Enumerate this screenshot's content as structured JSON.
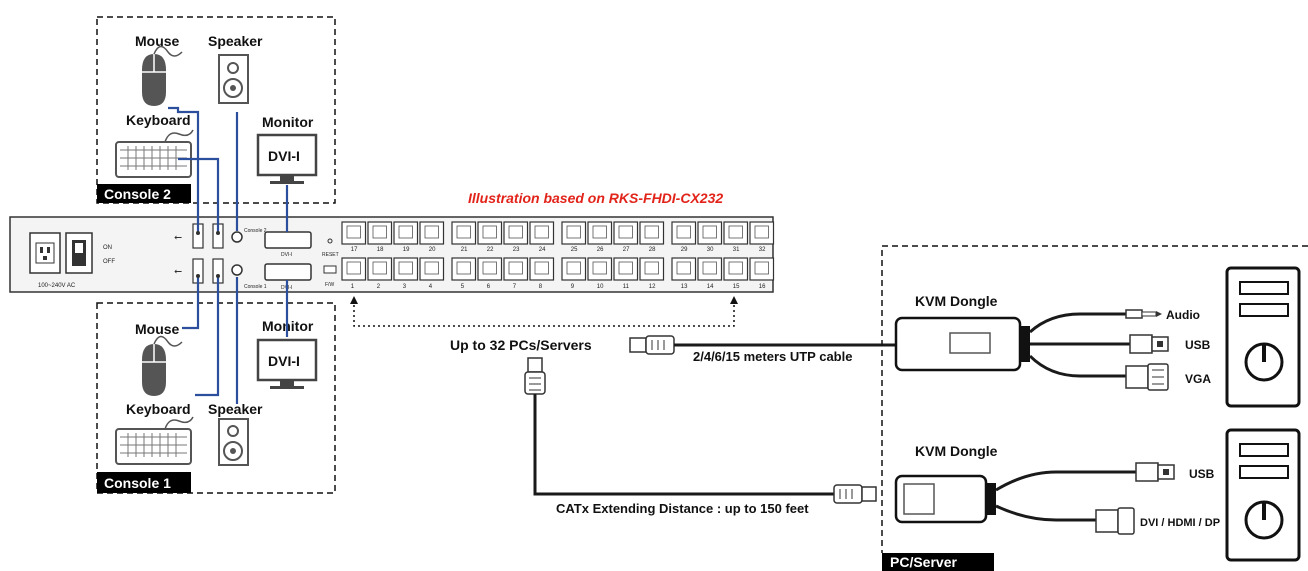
{
  "caption": "Illustration based on RKS-FHDI-CX232",
  "console2": {
    "tag": "Console 2",
    "mouse": "Mouse",
    "speaker": "Speaker",
    "keyboard": "Keyboard",
    "monitor": "Monitor",
    "monitor_screen": "DVI-I"
  },
  "console1": {
    "tag": "Console 1",
    "mouse": "Mouse",
    "speaker": "Speaker",
    "keyboard": "Keyboard",
    "monitor": "Monitor",
    "monitor_screen": "DVI-I"
  },
  "switch": {
    "on": "ON",
    "off": "OFF",
    "power": "100~240V AC",
    "console2_port": "Console 2",
    "console1_port": "Console 1",
    "dvi_top": "DVI-I",
    "dvi_bottom": "DVI-I",
    "reset": "RESET",
    "fw": "F/W",
    "ports_top": [
      "17",
      "18",
      "19",
      "20",
      "21",
      "22",
      "23",
      "24",
      "25",
      "26",
      "27",
      "28",
      "29",
      "30",
      "31",
      "32"
    ],
    "ports_bottom": [
      "1",
      "2",
      "3",
      "4",
      "5",
      "6",
      "7",
      "8",
      "9",
      "10",
      "11",
      "12",
      "13",
      "14",
      "15",
      "16"
    ]
  },
  "connections": {
    "up_to": "Up to 32 PCs/Servers",
    "utp": "2/4/6/15 meters UTP cable",
    "catx": "CATx Extending Distance : up to 150 feet"
  },
  "pc_server": {
    "tag": "PC/Server",
    "dongle1": "KVM Dongle",
    "dongle2": "KVM Dongle",
    "audio": "Audio",
    "usb1": "USB",
    "vga": "VGA",
    "usb2": "USB",
    "video": "DVI / HDMI / DP"
  },
  "colors": {
    "caption": "#e2231a",
    "cable_blue": "#2b4f9c",
    "cable_black": "#1a1a1a"
  }
}
